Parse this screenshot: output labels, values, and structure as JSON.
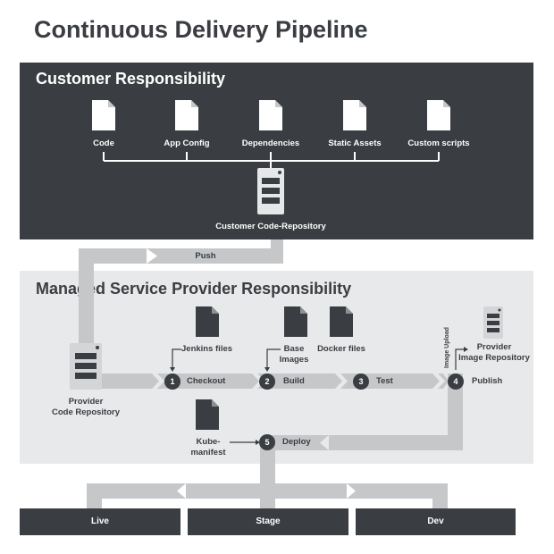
{
  "title": "Continuous Delivery Pipeline",
  "customer": {
    "heading": "Customer Responsibility",
    "files": [
      "Code",
      "App Config",
      "Dependencies",
      "Static Assets",
      "Custom scripts"
    ],
    "repo": "Customer Code-Repository",
    "push": "Push"
  },
  "provider": {
    "heading": "Managed Service Provider Responsibility",
    "repo_line1": "Provider",
    "repo_line2": "Code Repository",
    "image_repo_line1": "Provider",
    "image_repo_line2": "Image Repository",
    "jenkins": "Jenkins files",
    "base_line1": "Base",
    "base_line2": "Images",
    "docker": "Docker files",
    "image_upload": "Image Upload",
    "kube_line1": "Kube-",
    "kube_line2": "manifest",
    "steps": [
      {
        "num": "1",
        "label": "Checkout"
      },
      {
        "num": "2",
        "label": "Build"
      },
      {
        "num": "3",
        "label": "Test"
      },
      {
        "num": "4",
        "label": "Publish"
      },
      {
        "num": "5",
        "label": "Deploy"
      }
    ]
  },
  "environments": [
    "Live",
    "Stage",
    "Dev"
  ],
  "colors": {
    "dark": "#3a3d41",
    "light": "#e8e9ea",
    "arrow": "#c5c7c9",
    "white": "#ffffff"
  }
}
